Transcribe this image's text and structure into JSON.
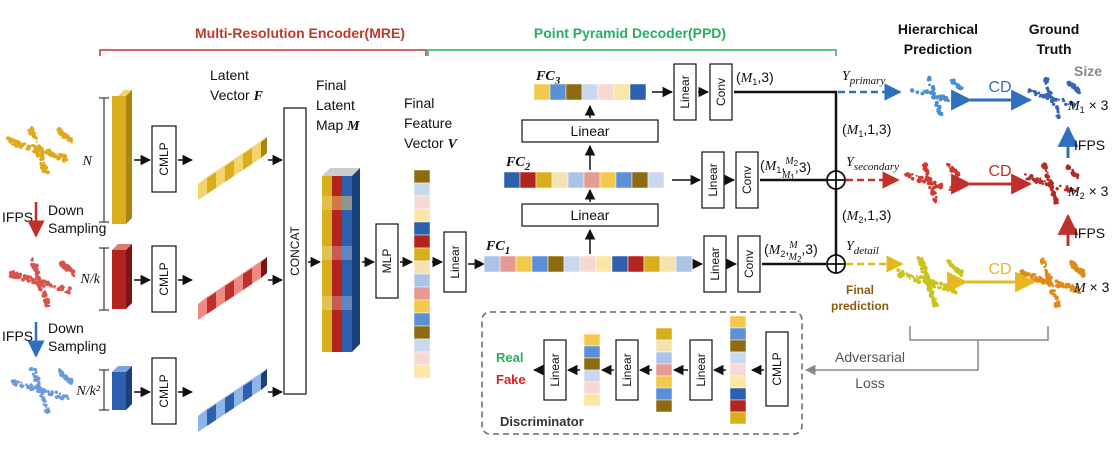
{
  "sections": {
    "encoder": "Multi-Resolution Encoder(MRE)",
    "decoder": "Point Pyramid Decoder(PPD)"
  },
  "colors": {
    "encoder": "#c0392b",
    "decoder": "#27ae60",
    "blue": "#2f6fc0",
    "red": "#c0302a",
    "yellow": "#e6b820"
  },
  "encoder": {
    "ifps": "IFPS",
    "down_sampling": [
      "Down",
      "Sampling"
    ],
    "sizes": [
      "N",
      "N/k",
      "N/k²"
    ],
    "cmlp": "CMLP",
    "latent_vector": [
      "Latent",
      "Vector F"
    ],
    "concat": "CONCAT",
    "final_latent_map": [
      "Final",
      "Latent",
      "Map M"
    ],
    "mlp": "MLP",
    "final_feature_vector": [
      "Final",
      "Feature",
      "Vector V"
    ]
  },
  "decoder": {
    "linear": "Linear",
    "conv": "Conv",
    "fc1": "FC1",
    "fc2": "FC2",
    "fc3": "FC3",
    "dims_primary": "(M1 ,3)",
    "dims_secondary": "(M1 , M2/M1 ,3)",
    "dims_detail": "(M2 , M/M2 ,3)",
    "dims_mid1": "(M1 ,1,3)",
    "dims_mid2": "(M2 ,1,3)",
    "y_primary": "Y primary",
    "y_secondary": "Y secondary",
    "y_detail": "Y detail"
  },
  "output": {
    "hierarchical_prediction": [
      "Hierarchical",
      "Prediction"
    ],
    "ground_truth": [
      "Ground",
      "Truth"
    ],
    "size": "Size",
    "cd": "CD",
    "ifps": "IFPS",
    "sizes": [
      "M1 × 3",
      "M2 × 3",
      "M × 3"
    ],
    "final_prediction": [
      "Final",
      "prediction"
    ]
  },
  "discriminator": {
    "title": "Discriminator",
    "real": "Real",
    "fake": "Fake",
    "linear": "Linear",
    "cmlp": "CMLP",
    "adversarial_loss": [
      "Adversarial",
      "Loss"
    ]
  }
}
